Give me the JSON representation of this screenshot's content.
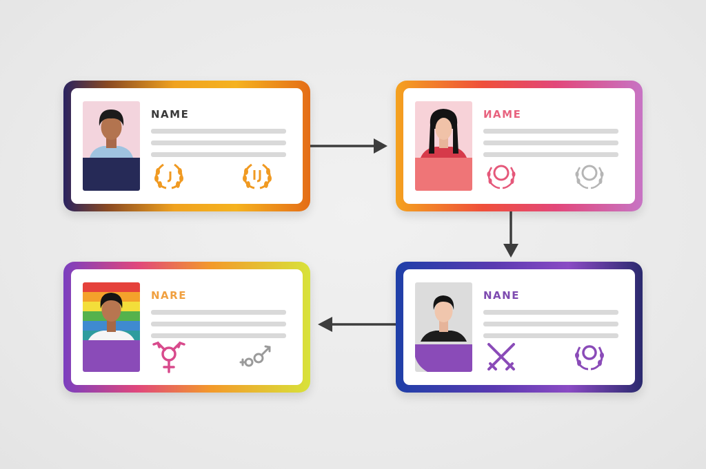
{
  "cards": [
    {
      "id": "card-1",
      "name_label": "NAME",
      "name_color": "#3a3a3a",
      "accent": "#f09a22"
    },
    {
      "id": "card-2",
      "name_label": "ИAME",
      "name_color": "#e8637f",
      "accent": "#e5587a"
    },
    {
      "id": "card-3",
      "name_label": "NAΝE",
      "name_color": "#7e4bb0",
      "accent": "#8a4bb8"
    },
    {
      "id": "card-4",
      "name_label": "NARE",
      "name_color": "#f0a040",
      "accent": "#d84a8c"
    }
  ],
  "icons": {
    "card1_left": "laurel-wreath-icon",
    "card1_right": "laurel-wreath-icon",
    "card2_left": "laurel-wreath-icon",
    "card2_right": "laurel-wreath-icon",
    "card3_left": "crossed-swords-icon",
    "card3_right": "laurel-wreath-icon",
    "card4_left": "gender-symbol-icon",
    "card4_right": "gender-symbol-icon"
  },
  "arrows": [
    "right",
    "down",
    "left"
  ]
}
